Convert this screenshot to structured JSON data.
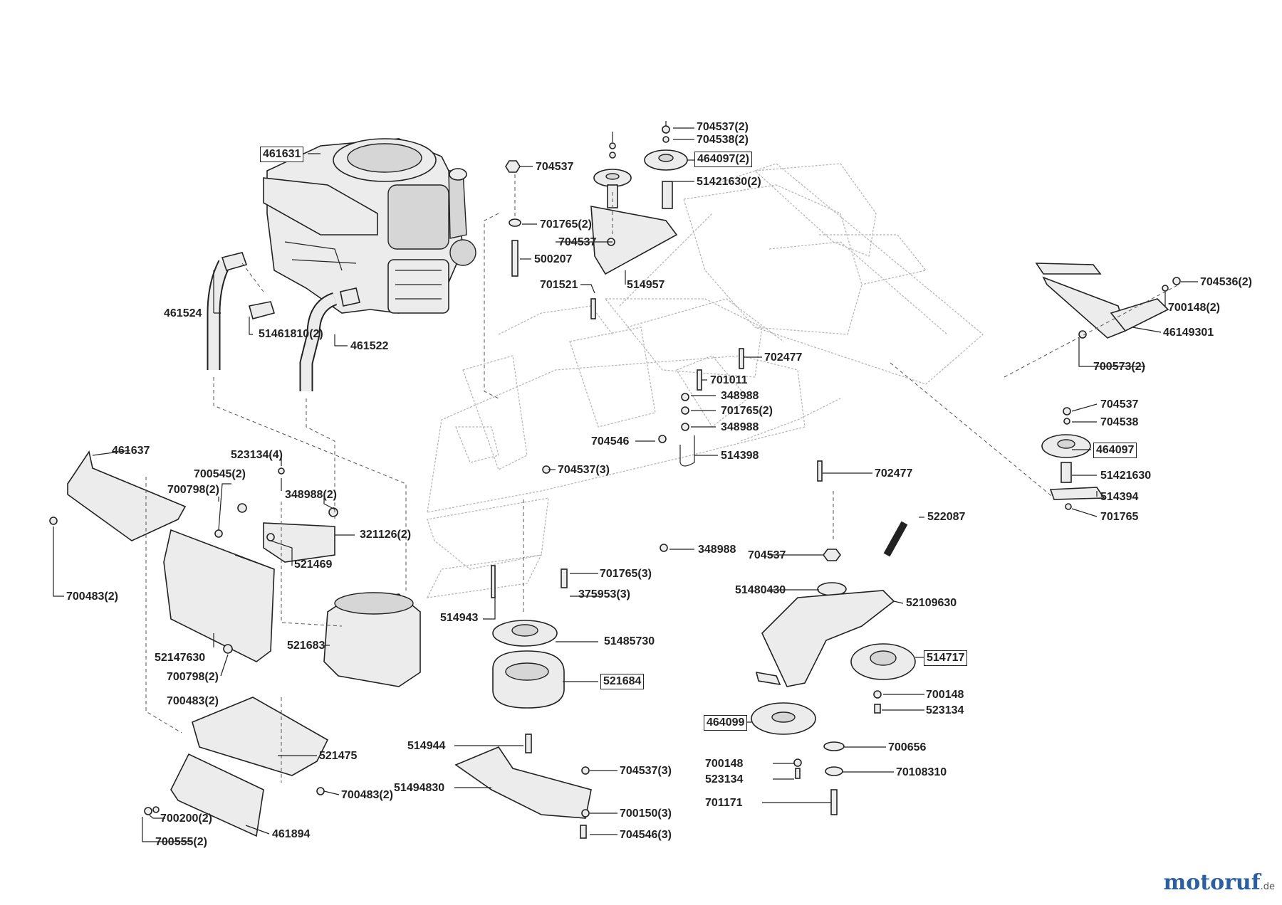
{
  "colors": {
    "ink": "#222222",
    "frame": "#b8b8b8",
    "fill": "#e9e9e9",
    "dark": "#555555",
    "logo_blue": "#2b5fa5",
    "logo_orange": "#e87d1e"
  },
  "logo": {
    "main": "motoruf",
    "tld": ".de"
  },
  "labels": [
    {
      "id": "l1",
      "text": "461631",
      "boxed": true
    },
    {
      "id": "l2",
      "text": "461524",
      "boxed": false
    },
    {
      "id": "l3",
      "text": "51461810(2)",
      "boxed": false
    },
    {
      "id": "l4",
      "text": "461522",
      "boxed": false
    },
    {
      "id": "l5",
      "text": "704537",
      "boxed": false
    },
    {
      "id": "l6",
      "text": "701765(2)",
      "boxed": false
    },
    {
      "id": "l7",
      "text": "704537",
      "boxed": false
    },
    {
      "id": "l8",
      "text": "500207",
      "boxed": false
    },
    {
      "id": "l9",
      "text": "701521",
      "boxed": false
    },
    {
      "id": "l10",
      "text": "514957",
      "boxed": false
    },
    {
      "id": "l11",
      "text": "704537(2)",
      "boxed": false
    },
    {
      "id": "l12",
      "text": "704538(2)",
      "boxed": false
    },
    {
      "id": "l13",
      "text": "464097(2)",
      "boxed": true
    },
    {
      "id": "l14",
      "text": "51421630(2)",
      "boxed": false
    },
    {
      "id": "l15",
      "text": "702477",
      "boxed": false
    },
    {
      "id": "l16",
      "text": "701011",
      "boxed": false
    },
    {
      "id": "l17",
      "text": "348988",
      "boxed": false
    },
    {
      "id": "l18",
      "text": "701765(2)",
      "boxed": false
    },
    {
      "id": "l19",
      "text": "348988",
      "boxed": false
    },
    {
      "id": "l20",
      "text": "704546",
      "boxed": false
    },
    {
      "id": "l21",
      "text": "514398",
      "boxed": false
    },
    {
      "id": "l22",
      "text": "704537(3)",
      "boxed": false
    },
    {
      "id": "l23",
      "text": "702477",
      "boxed": false
    },
    {
      "id": "l24",
      "text": "704536(2)",
      "boxed": false
    },
    {
      "id": "l25",
      "text": "700148(2)",
      "boxed": false
    },
    {
      "id": "l26",
      "text": "46149301",
      "boxed": false
    },
    {
      "id": "l27",
      "text": "700573(2)",
      "boxed": false
    },
    {
      "id": "l28",
      "text": "704537",
      "boxed": false
    },
    {
      "id": "l29",
      "text": "704538",
      "boxed": false
    },
    {
      "id": "l30",
      "text": "464097",
      "boxed": true
    },
    {
      "id": "l31",
      "text": "51421630",
      "boxed": false
    },
    {
      "id": "l32",
      "text": "514394",
      "boxed": false
    },
    {
      "id": "l33",
      "text": "701765",
      "boxed": false
    },
    {
      "id": "l34",
      "text": "461637",
      "boxed": false
    },
    {
      "id": "l35",
      "text": "523134(4)",
      "boxed": false
    },
    {
      "id": "l36",
      "text": "700545(2)",
      "boxed": false
    },
    {
      "id": "l37",
      "text": "700798(2)",
      "boxed": false
    },
    {
      "id": "l38",
      "text": "348988(2)",
      "boxed": false
    },
    {
      "id": "l39",
      "text": "321126(2)",
      "boxed": false
    },
    {
      "id": "l40",
      "text": "521469",
      "boxed": false
    },
    {
      "id": "l41",
      "text": "700483(2)",
      "boxed": false
    },
    {
      "id": "l42",
      "text": "521683",
      "boxed": false
    },
    {
      "id": "l43",
      "text": "52147630",
      "boxed": false
    },
    {
      "id": "l44",
      "text": "700798(2)",
      "boxed": false
    },
    {
      "id": "l45",
      "text": "700483(2)",
      "boxed": false
    },
    {
      "id": "l46",
      "text": "521475",
      "boxed": false
    },
    {
      "id": "l47",
      "text": "700483(2)",
      "boxed": false
    },
    {
      "id": "l48",
      "text": "700200(2)",
      "boxed": false
    },
    {
      "id": "l49",
      "text": "700555(2)",
      "boxed": false
    },
    {
      "id": "l50",
      "text": "461894",
      "boxed": false
    },
    {
      "id": "l51",
      "text": "348988",
      "boxed": false
    },
    {
      "id": "l52",
      "text": "701765(3)",
      "boxed": false
    },
    {
      "id": "l53",
      "text": "375953(3)",
      "boxed": false
    },
    {
      "id": "l54",
      "text": "514943",
      "boxed": false
    },
    {
      "id": "l55",
      "text": "51485730",
      "boxed": false
    },
    {
      "id": "l56",
      "text": "521684",
      "boxed": true
    },
    {
      "id": "l57",
      "text": "514944",
      "boxed": false
    },
    {
      "id": "l58",
      "text": "51494830",
      "boxed": false
    },
    {
      "id": "l59",
      "text": "704537(3)",
      "boxed": false
    },
    {
      "id": "l60",
      "text": "700150(3)",
      "boxed": false
    },
    {
      "id": "l61",
      "text": "704546(3)",
      "boxed": false
    },
    {
      "id": "l62",
      "text": "522087",
      "boxed": false
    },
    {
      "id": "l63",
      "text": "704537",
      "boxed": false
    },
    {
      "id": "l64",
      "text": "51480430",
      "boxed": false
    },
    {
      "id": "l65",
      "text": "52109630",
      "boxed": false
    },
    {
      "id": "l66",
      "text": "514717",
      "boxed": true
    },
    {
      "id": "l67",
      "text": "700148",
      "boxed": false
    },
    {
      "id": "l68",
      "text": "523134",
      "boxed": false
    },
    {
      "id": "l69",
      "text": "464099",
      "boxed": true
    },
    {
      "id": "l70",
      "text": "700656",
      "boxed": false
    },
    {
      "id": "l71",
      "text": "700148",
      "boxed": false
    },
    {
      "id": "l72",
      "text": "523134",
      "boxed": false
    },
    {
      "id": "l73",
      "text": "70108310",
      "boxed": false
    },
    {
      "id": "l74",
      "text": "701171",
      "boxed": false
    }
  ]
}
